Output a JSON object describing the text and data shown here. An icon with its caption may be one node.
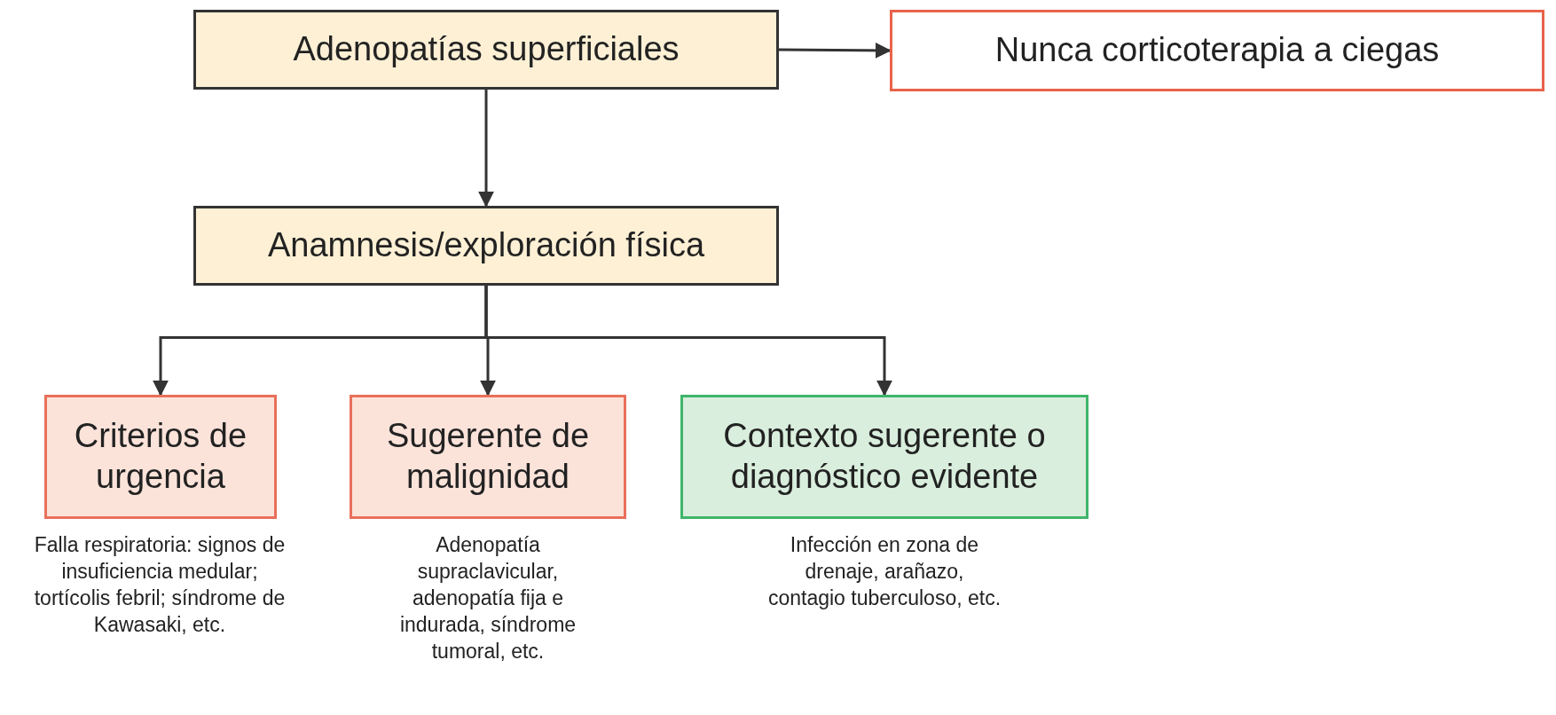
{
  "diagram": {
    "nodes": [
      {
        "text": [
          "Adenopatías superficiales"
        ]
      },
      {
        "text": [
          "Nunca corticoterapia a ciegas"
        ]
      },
      {
        "text": [
          "Anamnesis/exploración física"
        ]
      },
      {
        "text": [
          "Criterios de urgencia"
        ],
        "beside": [
          "Falla respiratoria: signos de insuficiencia medular; tortícolis febril; síndrome de Kawasaki, etc."
        ]
      },
      {
        "text": [
          "Sugerente de malignidad"
        ],
        "beside": [
          "Adenopatía supraclavicular, adenopatía fija e indurada, síndrome tumoral, etc."
        ]
      },
      {
        "text": [
          "Contexto sugerente o diagnóstico evidente"
        ],
        "beside": [
          "Infección en zona de drenaje, arañazo, contagio tuberculoso, etc."
        ]
      }
    ],
    "edges": [
      {
        "from": 0,
        "to": 1,
        "arrow": "to"
      },
      {
        "from": 0,
        "to": 2,
        "arrow": "to"
      },
      {
        "from": 2,
        "to": 3,
        "arrow": "to"
      },
      {
        "from": 2,
        "to": 4,
        "arrow": "to"
      },
      {
        "from": 2,
        "to": 5,
        "arrow": "to"
      }
    ]
  }
}
